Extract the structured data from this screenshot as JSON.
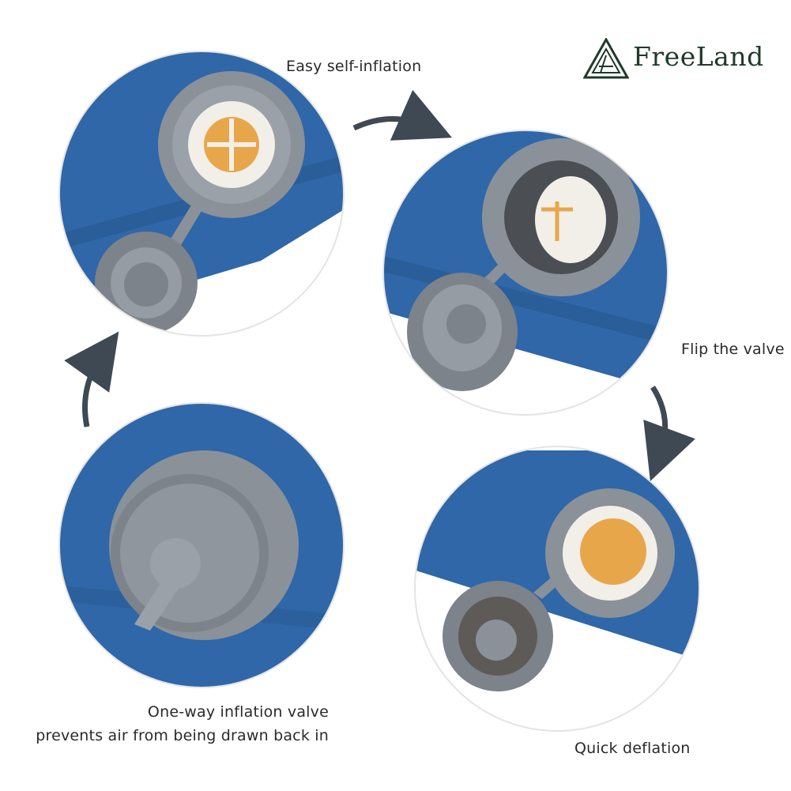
{
  "brand": {
    "name": "FreeLand",
    "color": "#1f3a2a"
  },
  "captions": {
    "step1": "Easy self-inflation",
    "step2": "Flip the valve",
    "step3": "Quick deflation",
    "step4_line1": "One-way inflation valve",
    "step4_line2": "prevents air from being drawn back in"
  },
  "colors": {
    "fabric": "#2f67a8",
    "valve": "#8a9198",
    "arrow": "#3f4954",
    "valve_core": "#e8a64b"
  },
  "icons": [
    "freeland-logo-icon",
    "cycle-arrow-icon"
  ]
}
